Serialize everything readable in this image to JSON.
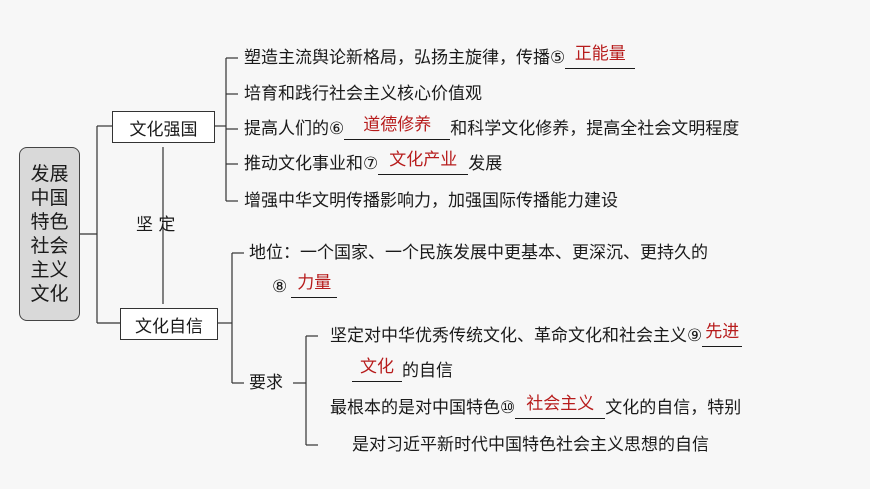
{
  "root": {
    "lines": [
      "发展",
      "中国",
      "特色",
      "社会",
      "主义",
      "文化"
    ]
  },
  "branch1": {
    "label": "文化强国",
    "items": [
      {
        "before": "塑造主流舆论新格局，弘扬主旋律，传播⑤",
        "answer": "正能量",
        "after": ""
      },
      {
        "before": "培育和践行社会主义核心价值观",
        "answer": "",
        "after": ""
      },
      {
        "before": "提高人们的⑥",
        "answer": "道德修养",
        "after": "和科学文化修养，提高全社会文明程度"
      },
      {
        "before": "推动文化事业和⑦",
        "answer": "文化产业",
        "after": "发展"
      },
      {
        "before": "增强中华文明传播影响力，加强国际传播能力建设",
        "answer": "",
        "after": ""
      }
    ]
  },
  "connector_label": "坚 定",
  "branch2": {
    "label": "文化自信",
    "status": {
      "line1": "地位：一个国家、一个民族发展中更基本、更深沉、更持久的",
      "num": "⑧",
      "answer": "力量"
    },
    "requirements_label": "要求",
    "req1": {
      "before": "坚定对中华优秀传统文化、革命文化和社会主义⑨",
      "answer_part1": "先进",
      "answer_part2": "文化",
      "after": "的自信"
    },
    "req2": {
      "before": "最根本的是对中国特色⑩",
      "answer": "社会主义",
      "after": "文化的自信，特别",
      "line2": "是对习近平新时代中国特色社会主义思想的自信"
    }
  }
}
